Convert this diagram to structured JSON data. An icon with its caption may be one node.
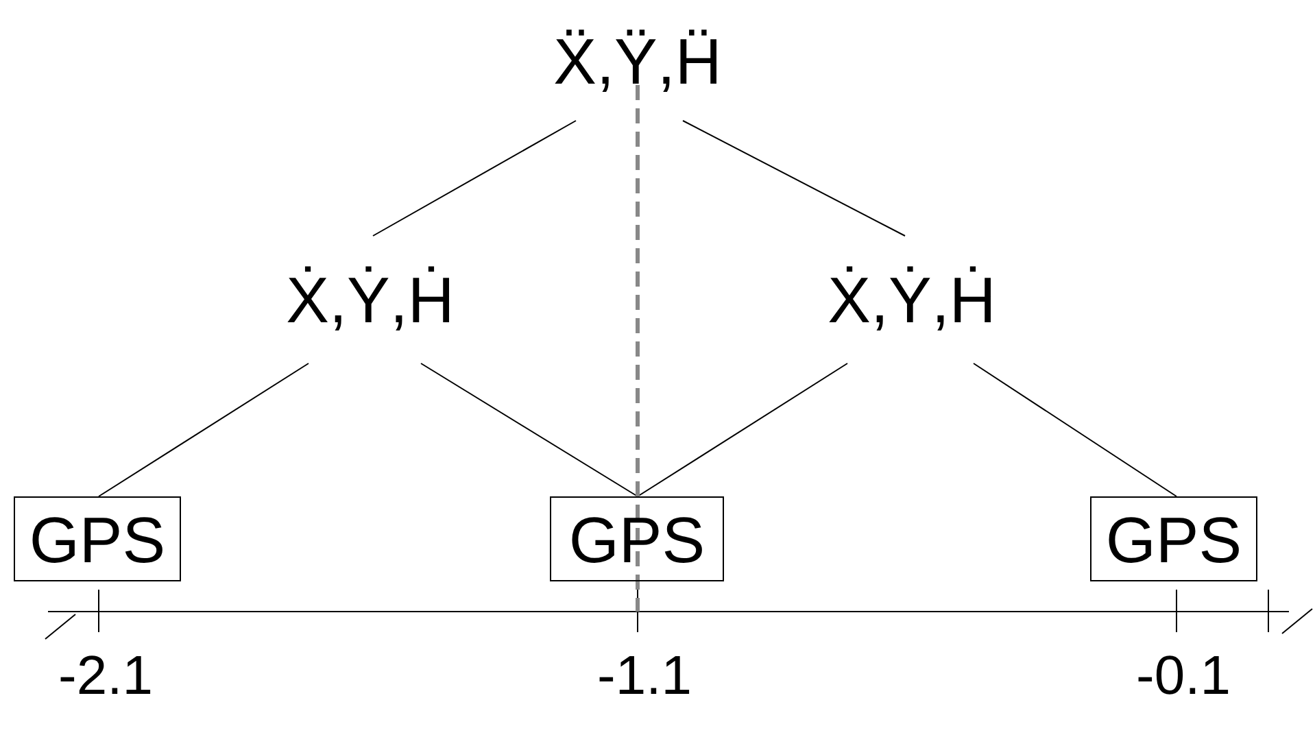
{
  "diagram": {
    "nodes": [
      {
        "text": [
          "Ẍ,Ÿ,Ḧ"
        ]
      },
      {
        "text": [
          "Ẋ,Ẏ,Ḣ"
        ]
      },
      {
        "text": [
          "Ẋ,Ẏ,Ḣ"
        ]
      },
      {
        "text": [
          "GPS"
        ]
      },
      {
        "text": [
          "GPS"
        ]
      },
      {
        "text": [
          "GPS"
        ]
      }
    ],
    "edges": [
      {
        "from": 0,
        "to": 1,
        "arrow": "none"
      },
      {
        "from": 0,
        "to": 2,
        "arrow": "none"
      },
      {
        "from": 1,
        "to": 3,
        "arrow": "none"
      },
      {
        "from": 1,
        "to": 4,
        "arrow": "none"
      },
      {
        "from": 2,
        "to": 4,
        "arrow": "none"
      },
      {
        "from": 2,
        "to": 5,
        "arrow": "none"
      }
    ],
    "labels": [
      "-2.1",
      "-1.1",
      "-0.1"
    ]
  }
}
